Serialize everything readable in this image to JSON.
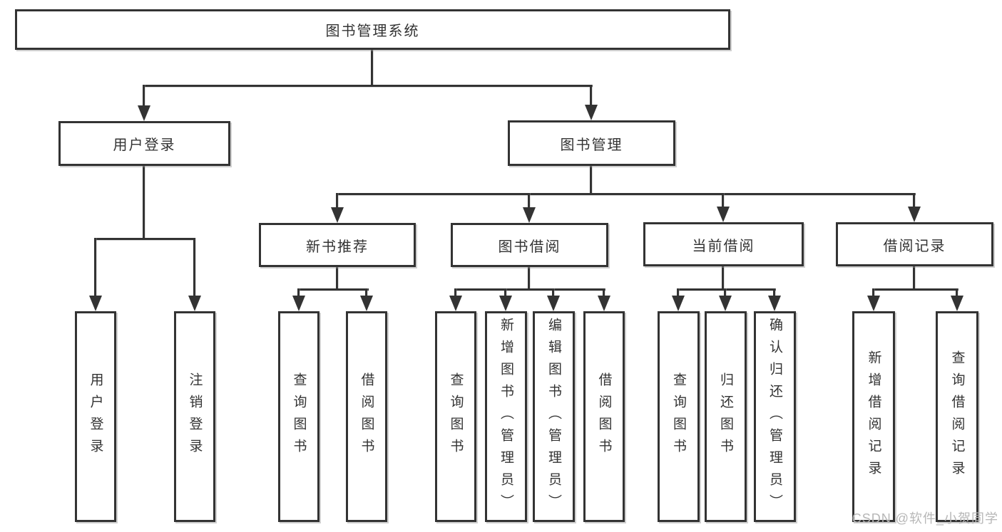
{
  "diagram": {
    "title": "图书管理系统",
    "branches": [
      {
        "label": "用户登录",
        "leaves": [
          {
            "label": "用户登录"
          },
          {
            "label": "注销登录"
          }
        ]
      },
      {
        "label": "图书管理",
        "groups": [
          {
            "label": "新书推荐",
            "leaves": [
              {
                "label": "查询图书"
              },
              {
                "label": "借阅图书"
              }
            ]
          },
          {
            "label": "图书借阅",
            "leaves": [
              {
                "label": "查询图书"
              },
              {
                "label": "新增图书（管理员）"
              },
              {
                "label": "编辑图书（管理员）"
              },
              {
                "label": "借阅图书"
              }
            ]
          },
          {
            "label": "当前借阅",
            "leaves": [
              {
                "label": "查询图书"
              },
              {
                "label": "归还图书"
              },
              {
                "label": "确认归还（管理员）"
              }
            ]
          },
          {
            "label": "借阅记录",
            "leaves": [
              {
                "label": "新增借阅记录"
              },
              {
                "label": "查询借阅记录"
              }
            ]
          }
        ]
      }
    ]
  },
  "colors": {
    "line": "#333333",
    "box_border": "#333333",
    "box_fill": "#ffffff",
    "text": "#333333",
    "watermark": "#b7b7b7"
  },
  "watermark": {
    "text": "CSDN @软件_小贺同学"
  }
}
